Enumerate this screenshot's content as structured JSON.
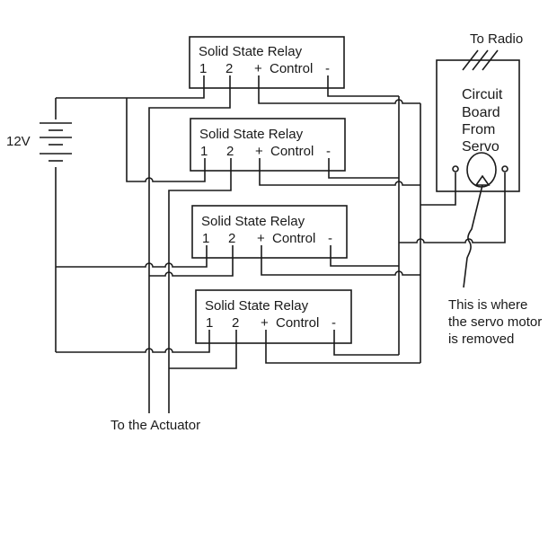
{
  "diagram": {
    "type": "circuit-schematic",
    "battery": {
      "label": "12V"
    },
    "relays": [
      {
        "title": "Solid State Relay",
        "pins": [
          "1",
          "2",
          "+",
          "Control",
          "-"
        ]
      },
      {
        "title": "Solid State Relay",
        "pins": [
          "1",
          "2",
          "+",
          "Control",
          "-"
        ]
      },
      {
        "title": "Solid State Relay",
        "pins": [
          "1",
          "2",
          "+",
          "Control",
          "-"
        ]
      },
      {
        "title": "Solid State Relay",
        "pins": [
          "1",
          "2",
          "+",
          "Control",
          "-"
        ]
      }
    ],
    "circuit_board": {
      "lines": [
        "Circuit",
        "Board",
        "From",
        "Servo"
      ],
      "to_radio": "To Radio"
    },
    "annotations": {
      "servo_removed": [
        "This is where",
        "the servo motor",
        "is removed"
      ],
      "actuator": "To the Actuator"
    }
  }
}
